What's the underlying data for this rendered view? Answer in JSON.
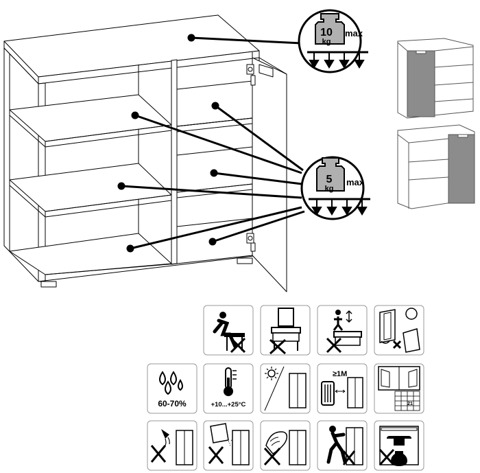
{
  "load_tags": {
    "top": {
      "number": "10",
      "unit": "kg",
      "suffix": "max"
    },
    "shelf": {
      "number": "5",
      "unit": "kg",
      "suffix": "max"
    }
  },
  "care_icons": {
    "humidity_label": "60-70%",
    "temperature_label": "+10...+25°C",
    "distance_label": "≥1M",
    "calendar_label": "21"
  },
  "colors": {
    "door_fill": "#8c8c8c",
    "weight_fill": "#b0b0b0",
    "line": "#000000",
    "icon_border": "#999999"
  }
}
